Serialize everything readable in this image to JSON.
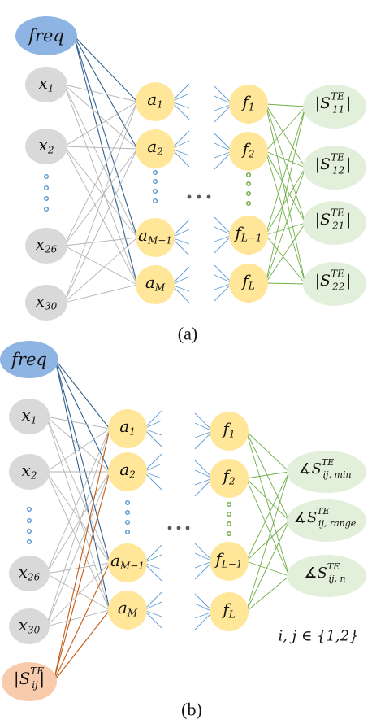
{
  "panels": [
    {
      "caption": "(a)",
      "input_nodes": [
        {
          "label": "freq",
          "sub": "",
          "sup": "",
          "kind": "freq"
        },
        {
          "label": "x",
          "sub": "1",
          "sup": "",
          "kind": "x"
        },
        {
          "label": "x",
          "sub": "2",
          "sup": "",
          "kind": "x"
        },
        {
          "label": "x",
          "sub": "26",
          "sup": "",
          "kind": "x"
        },
        {
          "label": "x",
          "sub": "30",
          "sup": "",
          "kind": "x"
        }
      ],
      "hidden_a_nodes": [
        {
          "label": "a",
          "sub": "1"
        },
        {
          "label": "a",
          "sub": "2"
        },
        {
          "label": "a",
          "sub": "M−1"
        },
        {
          "label": "a",
          "sub": "M"
        }
      ],
      "hidden_f_nodes": [
        {
          "label": "f",
          "sub": "1"
        },
        {
          "label": "f",
          "sub": "2"
        },
        {
          "label": "f",
          "sub": "L−1"
        },
        {
          "label": "f",
          "sub": "L"
        }
      ],
      "output_nodes": [
        {
          "prefix": "|",
          "label": "S",
          "sub": "11",
          "sup": "TE",
          "suffix": "|"
        },
        {
          "prefix": "|",
          "label": "S",
          "sub": "12",
          "sup": "TE",
          "suffix": "|"
        },
        {
          "prefix": "|",
          "label": "S",
          "sub": "21",
          "sup": "TE",
          "suffix": "|"
        },
        {
          "prefix": "|",
          "label": "S",
          "sub": "22",
          "sup": "TE",
          "suffix": "|"
        }
      ],
      "note": ""
    },
    {
      "caption": "(b)",
      "input_nodes": [
        {
          "label": "freq",
          "sub": "",
          "sup": "",
          "kind": "freq"
        },
        {
          "label": "x",
          "sub": "1",
          "sup": "",
          "kind": "x"
        },
        {
          "label": "x",
          "sub": "2",
          "sup": "",
          "kind": "x"
        },
        {
          "label": "x",
          "sub": "26",
          "sup": "",
          "kind": "x"
        },
        {
          "label": "x",
          "sub": "30",
          "sup": "",
          "kind": "x"
        },
        {
          "label": "|S",
          "sub": "ij",
          "sup": "TE",
          "kind": "mag",
          "suffix": "|"
        }
      ],
      "hidden_a_nodes": [
        {
          "label": "a",
          "sub": "1"
        },
        {
          "label": "a",
          "sub": "2"
        },
        {
          "label": "a",
          "sub": "M−1"
        },
        {
          "label": "a",
          "sub": "M"
        }
      ],
      "hidden_f_nodes": [
        {
          "label": "f",
          "sub": "1"
        },
        {
          "label": "f",
          "sub": "2"
        },
        {
          "label": "f",
          "sub": "L−1"
        },
        {
          "label": "f",
          "sub": "L"
        }
      ],
      "output_nodes": [
        {
          "prefix": "∡",
          "label": "S",
          "sub": "ij, min",
          "sup": "TE",
          "suffix": ""
        },
        {
          "prefix": "∡",
          "label": "S",
          "sub": "ij, range",
          "sup": "TE",
          "suffix": ""
        },
        {
          "prefix": "∡",
          "label": "S",
          "sub": "ij, n",
          "sup": "TE",
          "suffix": ""
        }
      ],
      "note": "i, j ∈ {1,2}"
    }
  ],
  "colors": {
    "freq_fill": "#8db4e2",
    "x_fill": "#d9d9d9",
    "hidden_fill": "#ffe699",
    "output_fill": "#e2efda",
    "mag_fill": "#f8cbad",
    "freq_edge": "#2f5f8f",
    "x_edge": "#b3b3b3",
    "mag_edge": "#c55a11",
    "inner_edge": "#5b9bd5",
    "out_edge": "#70ad47",
    "dots_blue": "#5b9bd5",
    "dots_green": "#70ad47",
    "dots_gray": "#595959"
  }
}
